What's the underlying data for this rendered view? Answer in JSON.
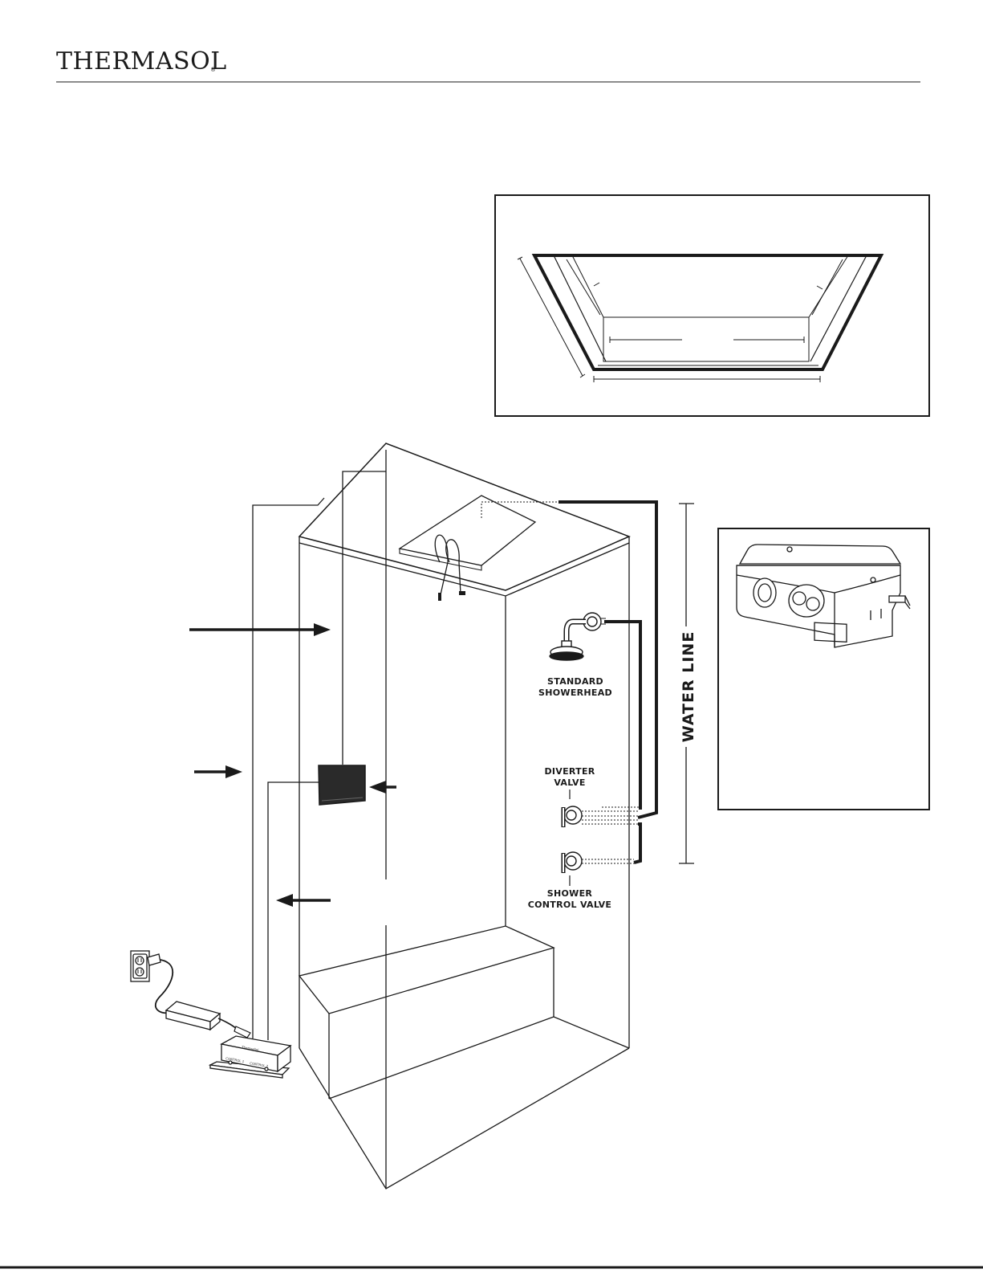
{
  "brand": {
    "name": "THERMASOL",
    "registered": "®"
  },
  "labels": {
    "water_line": "WATER LINE",
    "standard_showerhead": [
      "STANDARD",
      "SHOWERHEAD"
    ],
    "diverter_valve": [
      "DIVERTER",
      "VALVE"
    ],
    "shower_control_valve": [
      "SHOWER",
      "CONTROL VALVE"
    ]
  },
  "control_box": {
    "brand": "ThermaSol",
    "port_1": "CONTROL 1",
    "port_2": "CONTROL 2"
  },
  "colors": {
    "line": "#1a1a1a",
    "screen": "#2a2a2a"
  }
}
